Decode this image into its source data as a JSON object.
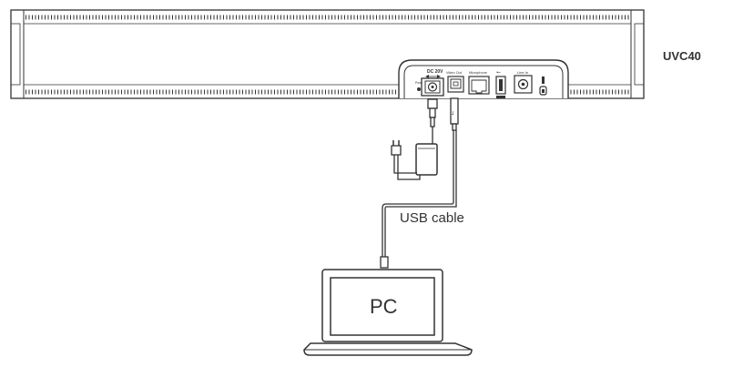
{
  "device": {
    "model_label": "UVC40",
    "ports": {
      "dc": "DC 20V",
      "power": "Power",
      "video_out": "Video Out",
      "microphone": "Microphone",
      "line_in": "Line In"
    }
  },
  "cable": {
    "label": "USB cable"
  },
  "computer": {
    "label": "PC"
  },
  "colors": {
    "line": "#333333",
    "background": "#ffffff"
  },
  "icons": [
    "usb-symbol-icon",
    "lock-slot-icon",
    "power-plug-icon",
    "usb-plug-icon"
  ]
}
